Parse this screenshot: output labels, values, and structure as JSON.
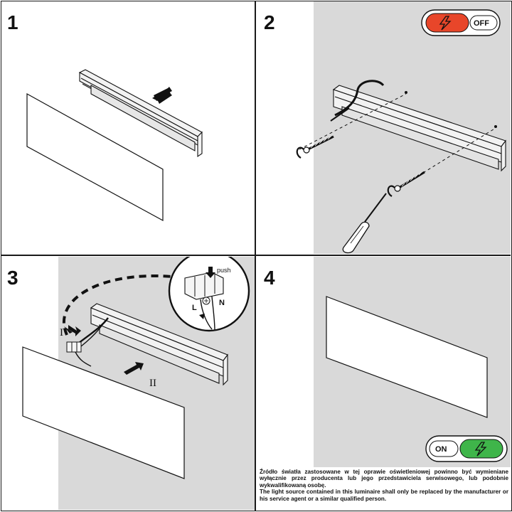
{
  "steps": [
    {
      "number": "1"
    },
    {
      "number": "2"
    },
    {
      "number": "3"
    },
    {
      "number": "4"
    }
  ],
  "power_off_label": "OFF",
  "power_on_label": "ON",
  "step3": {
    "push_label": "push",
    "terminal_l": "L",
    "terminal_n": "N",
    "marker_1": "I",
    "marker_2": "II"
  },
  "notice": {
    "polish": "Źródło światła zastosowane w tej oprawie oświetleniowej powinno być wymieniane wyłącznie przez producenta lub jego przedstawiciela serwisowego, lub podobnie wykwalifikowaną osobę.",
    "english": "The light source contained in this luminaire shall only be replaced by the manufacturer or his service agent or a similar qualified person."
  },
  "colors": {
    "off_accent": "#e8462a",
    "on_accent": "#3fb54a",
    "background_gray": "#d9d9d9"
  }
}
